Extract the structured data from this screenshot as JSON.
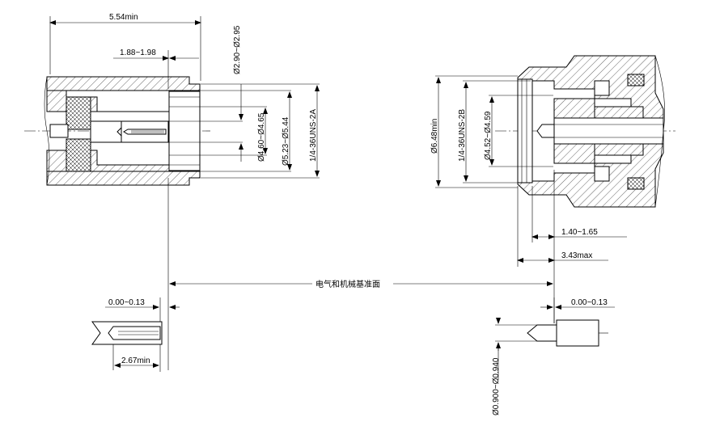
{
  "dimensions": {
    "plug_length": "5.54min",
    "plug_pin_offset": "1.88~1.98",
    "plug_dia_1": "Ø2.90~Ø2.95",
    "plug_dia_2": "Ø4.60~Ø4.65",
    "plug_dia_3": "Ø5.23~Ø5.44",
    "plug_thread": "1/4-36UNS-2A",
    "jack_dia_1": "Ø6.48min",
    "jack_thread": "1/4-36UNS-2B",
    "jack_dia_2": "Ø4.52~Ø4.59",
    "jack_offset_1": "1.40~1.65",
    "jack_offset_2": "3.43max",
    "reference_plane": "电气和机械基准面",
    "left_pin_tolerance": "0.00~0.13",
    "left_pin_length": "2.67min",
    "right_pin_tolerance": "0.00~0.13",
    "right_pin_dia": "Ø0.900~Ø0.940"
  }
}
